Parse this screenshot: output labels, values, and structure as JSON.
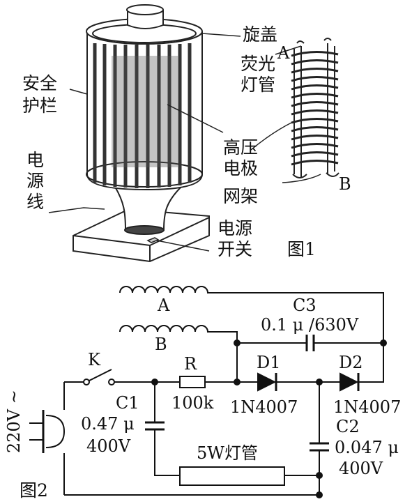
{
  "figure1": {
    "caption": "图1",
    "labels": {
      "cap": "旋盖",
      "lamp_line1": "荧光",
      "lamp_line2": "灯管",
      "guard_line1": "安全",
      "guard_line2": "护栏",
      "electrode_line1": "高压",
      "electrode_line2": "电极",
      "cord_line1": "电",
      "cord_line2": "源",
      "cord_line3": "线",
      "frame": "网架",
      "switch_line1": "电源",
      "switch_line2": "开关",
      "point_a": "A",
      "point_b": "B"
    }
  },
  "figure2": {
    "caption": "图2",
    "mains": "220V ~",
    "switch_k": "K",
    "resistor": {
      "name": "R",
      "value": "100k"
    },
    "c1": {
      "name": "C1",
      "value": "0.47 μ",
      "voltage": "400V"
    },
    "c2": {
      "name": "C2",
      "value": "0.047 μ",
      "voltage": "400V"
    },
    "c3": {
      "name": "C3",
      "value": "0.1 μ /630V"
    },
    "d1": {
      "name": "D1",
      "part": "1N4007"
    },
    "d2": {
      "name": "D2",
      "part": "1N4007"
    },
    "coil_a": "A",
    "coil_b": "B",
    "lamp": "5W灯管"
  }
}
